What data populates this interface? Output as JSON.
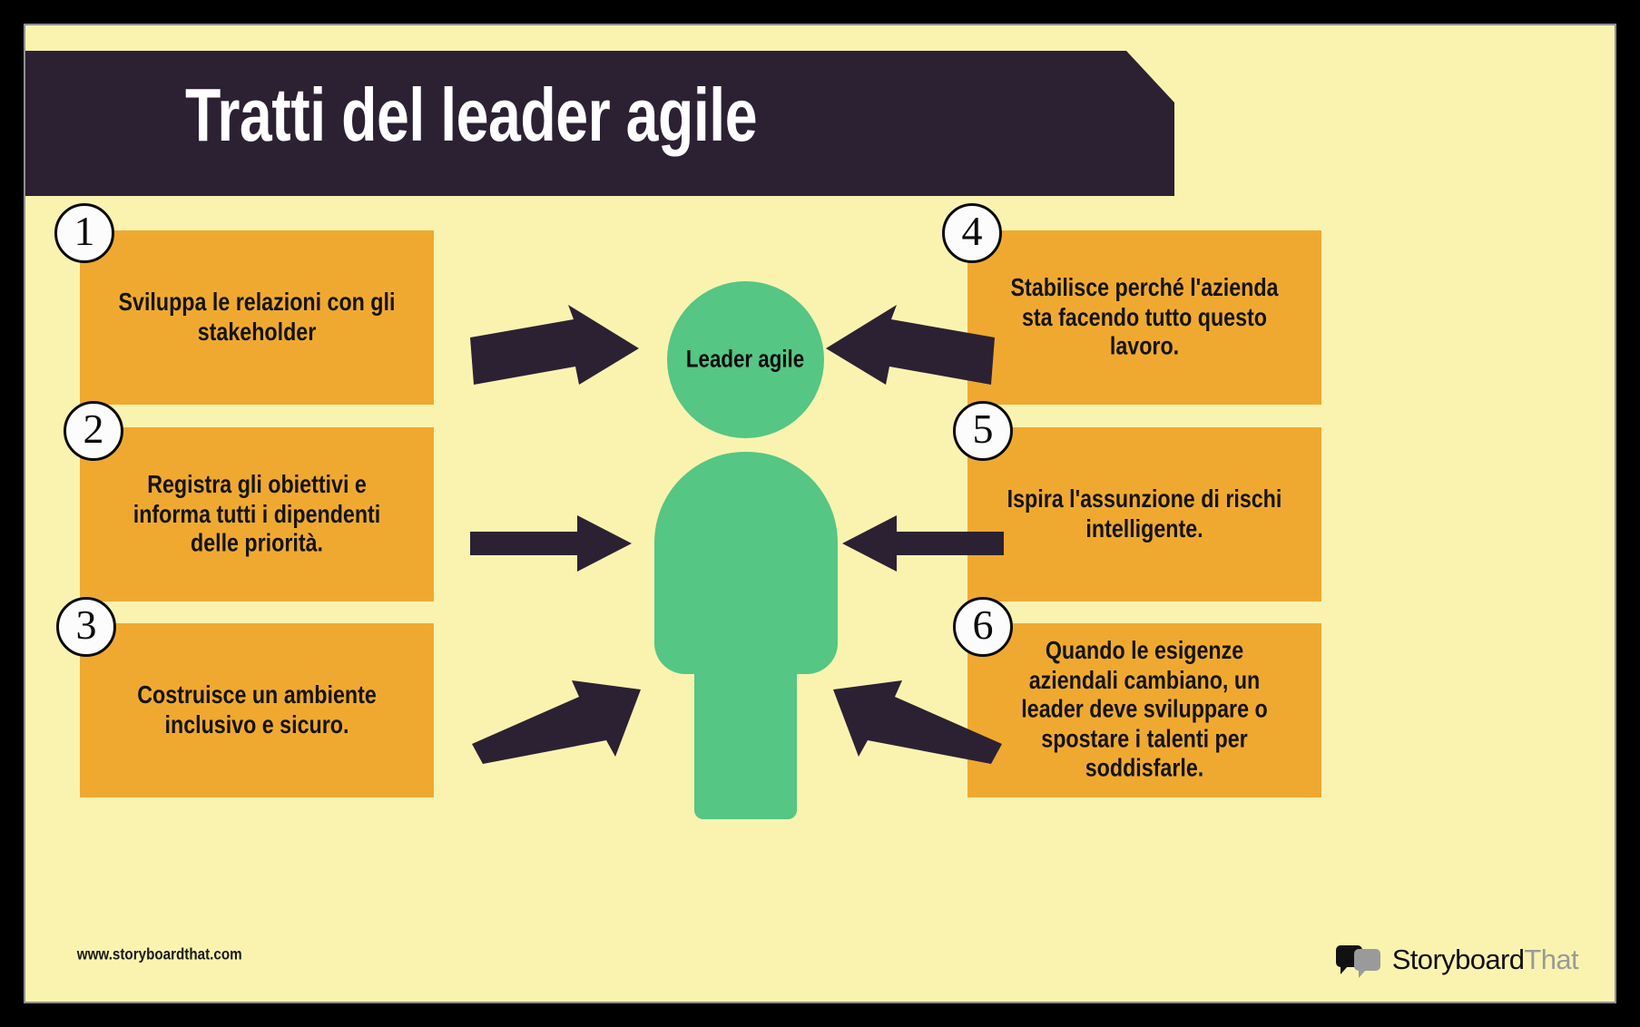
{
  "colors": {
    "frame": "#000000",
    "canvas": "#FAF3B0",
    "banner": "#2C2133",
    "box": "#F0A930",
    "figure": "#55C684",
    "arrow": "#2C2133",
    "badge_fill": "#FCFCFC",
    "text_dark": "#141414"
  },
  "banner": {
    "title": "Tratti del leader agile"
  },
  "center": {
    "label": "Leader agile"
  },
  "items": [
    {
      "number": "1",
      "text": "Sviluppa le relazioni con gli stakeholder",
      "side": "left"
    },
    {
      "number": "2",
      "text": "Registra gli obiettivi e informa tutti i dipendenti delle priorità.",
      "side": "left"
    },
    {
      "number": "3",
      "text": "Costruisce un ambiente inclusivo e sicuro.",
      "side": "left"
    },
    {
      "number": "4",
      "text": "Stabilisce perché l'azienda sta facendo tutto questo lavoro.",
      "side": "right"
    },
    {
      "number": "5",
      "text": "Ispira l'assunzione di rischi intelligente.",
      "side": "right"
    },
    {
      "number": "6",
      "text": "Quando le esigenze aziendali cambiano, un leader deve sviluppare o spostare i talenti per soddisfarle.",
      "side": "right"
    }
  ],
  "footer": {
    "url": "www.storyboardthat.com",
    "logo_text_dark": "Storyboard",
    "logo_text_light": "That"
  }
}
